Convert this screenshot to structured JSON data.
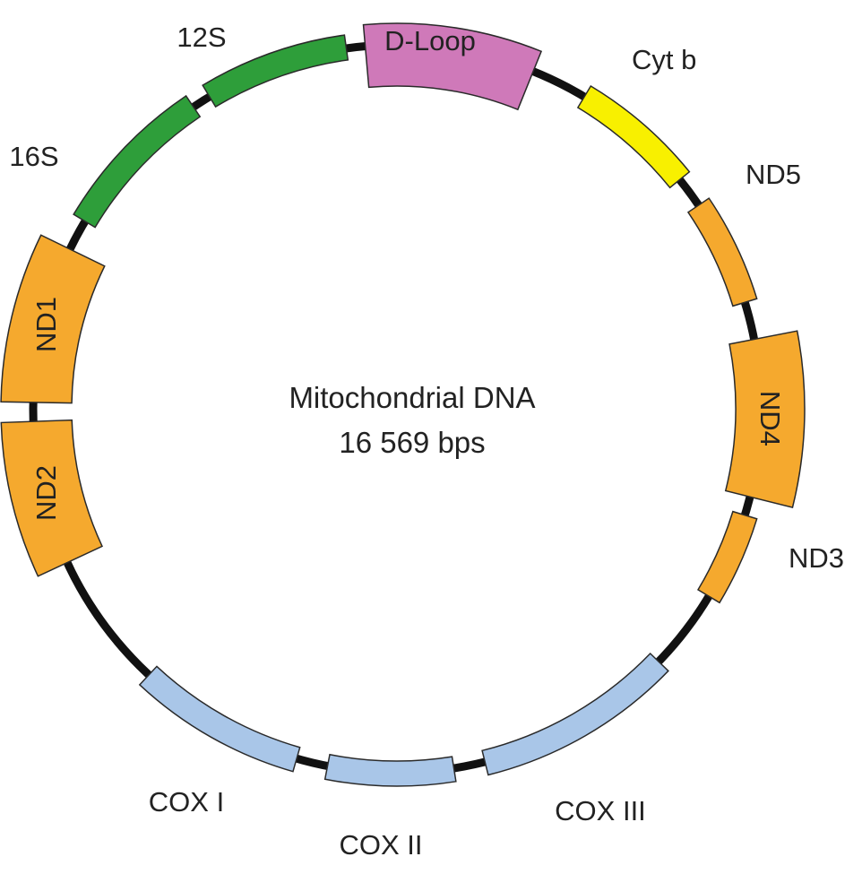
{
  "center": {
    "title": "Mitochondrial DNA",
    "size": "16 569 bps"
  },
  "colors": {
    "backbone": "#111111",
    "rrna": "#2e9e3a",
    "dloop": "#cf79b9",
    "cytb": "#f8f000",
    "nd": "#f5a92e",
    "cox": "#a9c6e8",
    "outline": "#2a2a2a"
  },
  "segments": [
    {
      "id": "d-loop",
      "label": "D-Loop",
      "color_key": "dloop",
      "label_inside": true
    },
    {
      "id": "cyt-b",
      "label": "Cyt b",
      "color_key": "cytb",
      "label_inside": false
    },
    {
      "id": "nd5",
      "label": "ND5",
      "color_key": "nd",
      "label_inside": false
    },
    {
      "id": "nd4",
      "label": "ND4",
      "color_key": "nd",
      "label_inside": true
    },
    {
      "id": "nd3",
      "label": "ND3",
      "color_key": "nd",
      "label_inside": false
    },
    {
      "id": "cox-iii",
      "label": "COX III",
      "color_key": "cox",
      "label_inside": false
    },
    {
      "id": "cox-ii",
      "label": "COX II",
      "color_key": "cox",
      "label_inside": false
    },
    {
      "id": "cox-i",
      "label": "COX I",
      "color_key": "cox",
      "label_inside": false
    },
    {
      "id": "nd2",
      "label": "ND2",
      "color_key": "nd",
      "label_inside": true
    },
    {
      "id": "nd1",
      "label": "ND1",
      "color_key": "nd",
      "label_inside": true
    },
    {
      "id": "16s",
      "label": "16S",
      "color_key": "rrna",
      "label_inside": false
    },
    {
      "id": "12s",
      "label": "12S",
      "color_key": "rrna",
      "label_inside": false
    }
  ]
}
